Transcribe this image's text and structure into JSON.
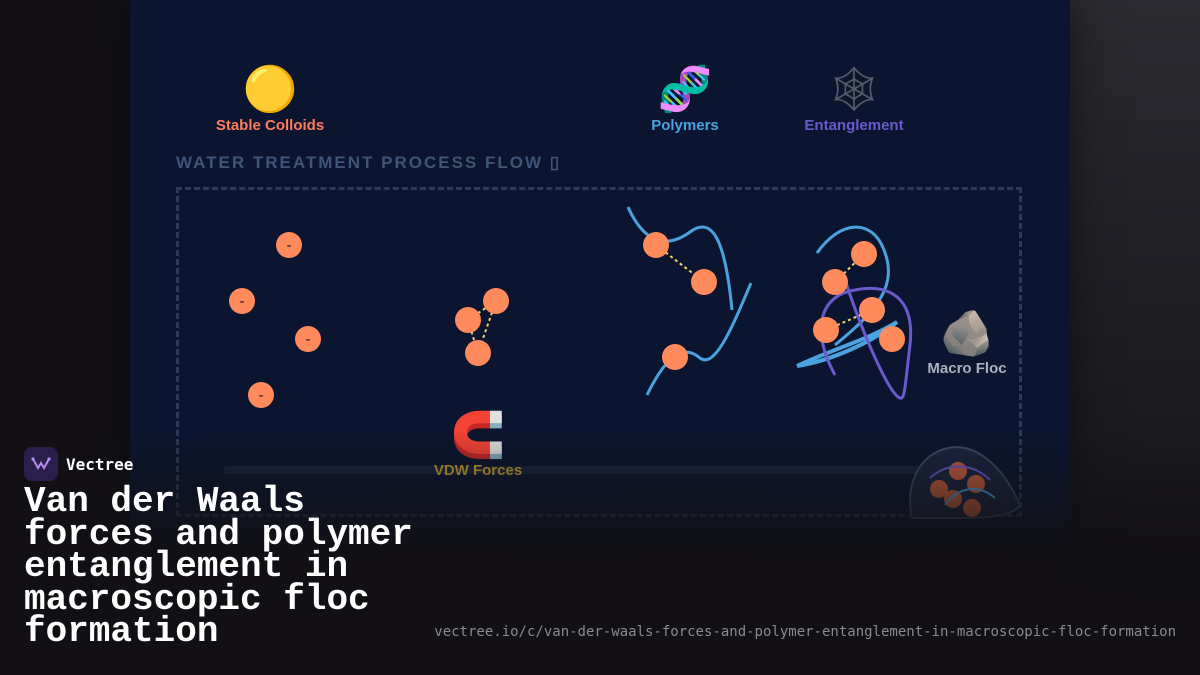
{
  "legend": [
    {
      "icon": "🟡",
      "icon_name": "yellow-circle-icon",
      "label": "Stable Colloids",
      "color": "#ff7b5c"
    },
    {
      "icon": "🧬",
      "icon_name": "dna-icon",
      "label": "Polymers",
      "color": "#4aa3df"
    },
    {
      "icon": "🕸",
      "icon_name": "spider-web-icon",
      "label": "Entanglement",
      "color": "#6a5acd"
    }
  ],
  "flow": {
    "title": "WATER TREATMENT PROCESS FLOW",
    "title_icon": "▯"
  },
  "stages": {
    "colloid_charge_label": "-",
    "vdw": {
      "icon": "🧲",
      "icon_name": "magnet-icon",
      "label": "VDW Forces",
      "color": "#c9a227"
    },
    "macro_floc": {
      "icon": "🪨",
      "icon_name": "rock-icon",
      "label": "Macro Floc",
      "color": "#aab2c0"
    }
  },
  "colors": {
    "particle": "#ff8a5c",
    "polymer": "#4aa3df",
    "entangle": "#6a5acd",
    "bond": "#f3d36b"
  },
  "brand": {
    "name": "Vectree"
  },
  "headline": "Van der Waals forces and polymer entanglement in macroscopic floc formation",
  "source_url": "vectree.io/c/van-der-waals-forces-and-polymer-entanglement-in-macroscopic-floc-formation"
}
